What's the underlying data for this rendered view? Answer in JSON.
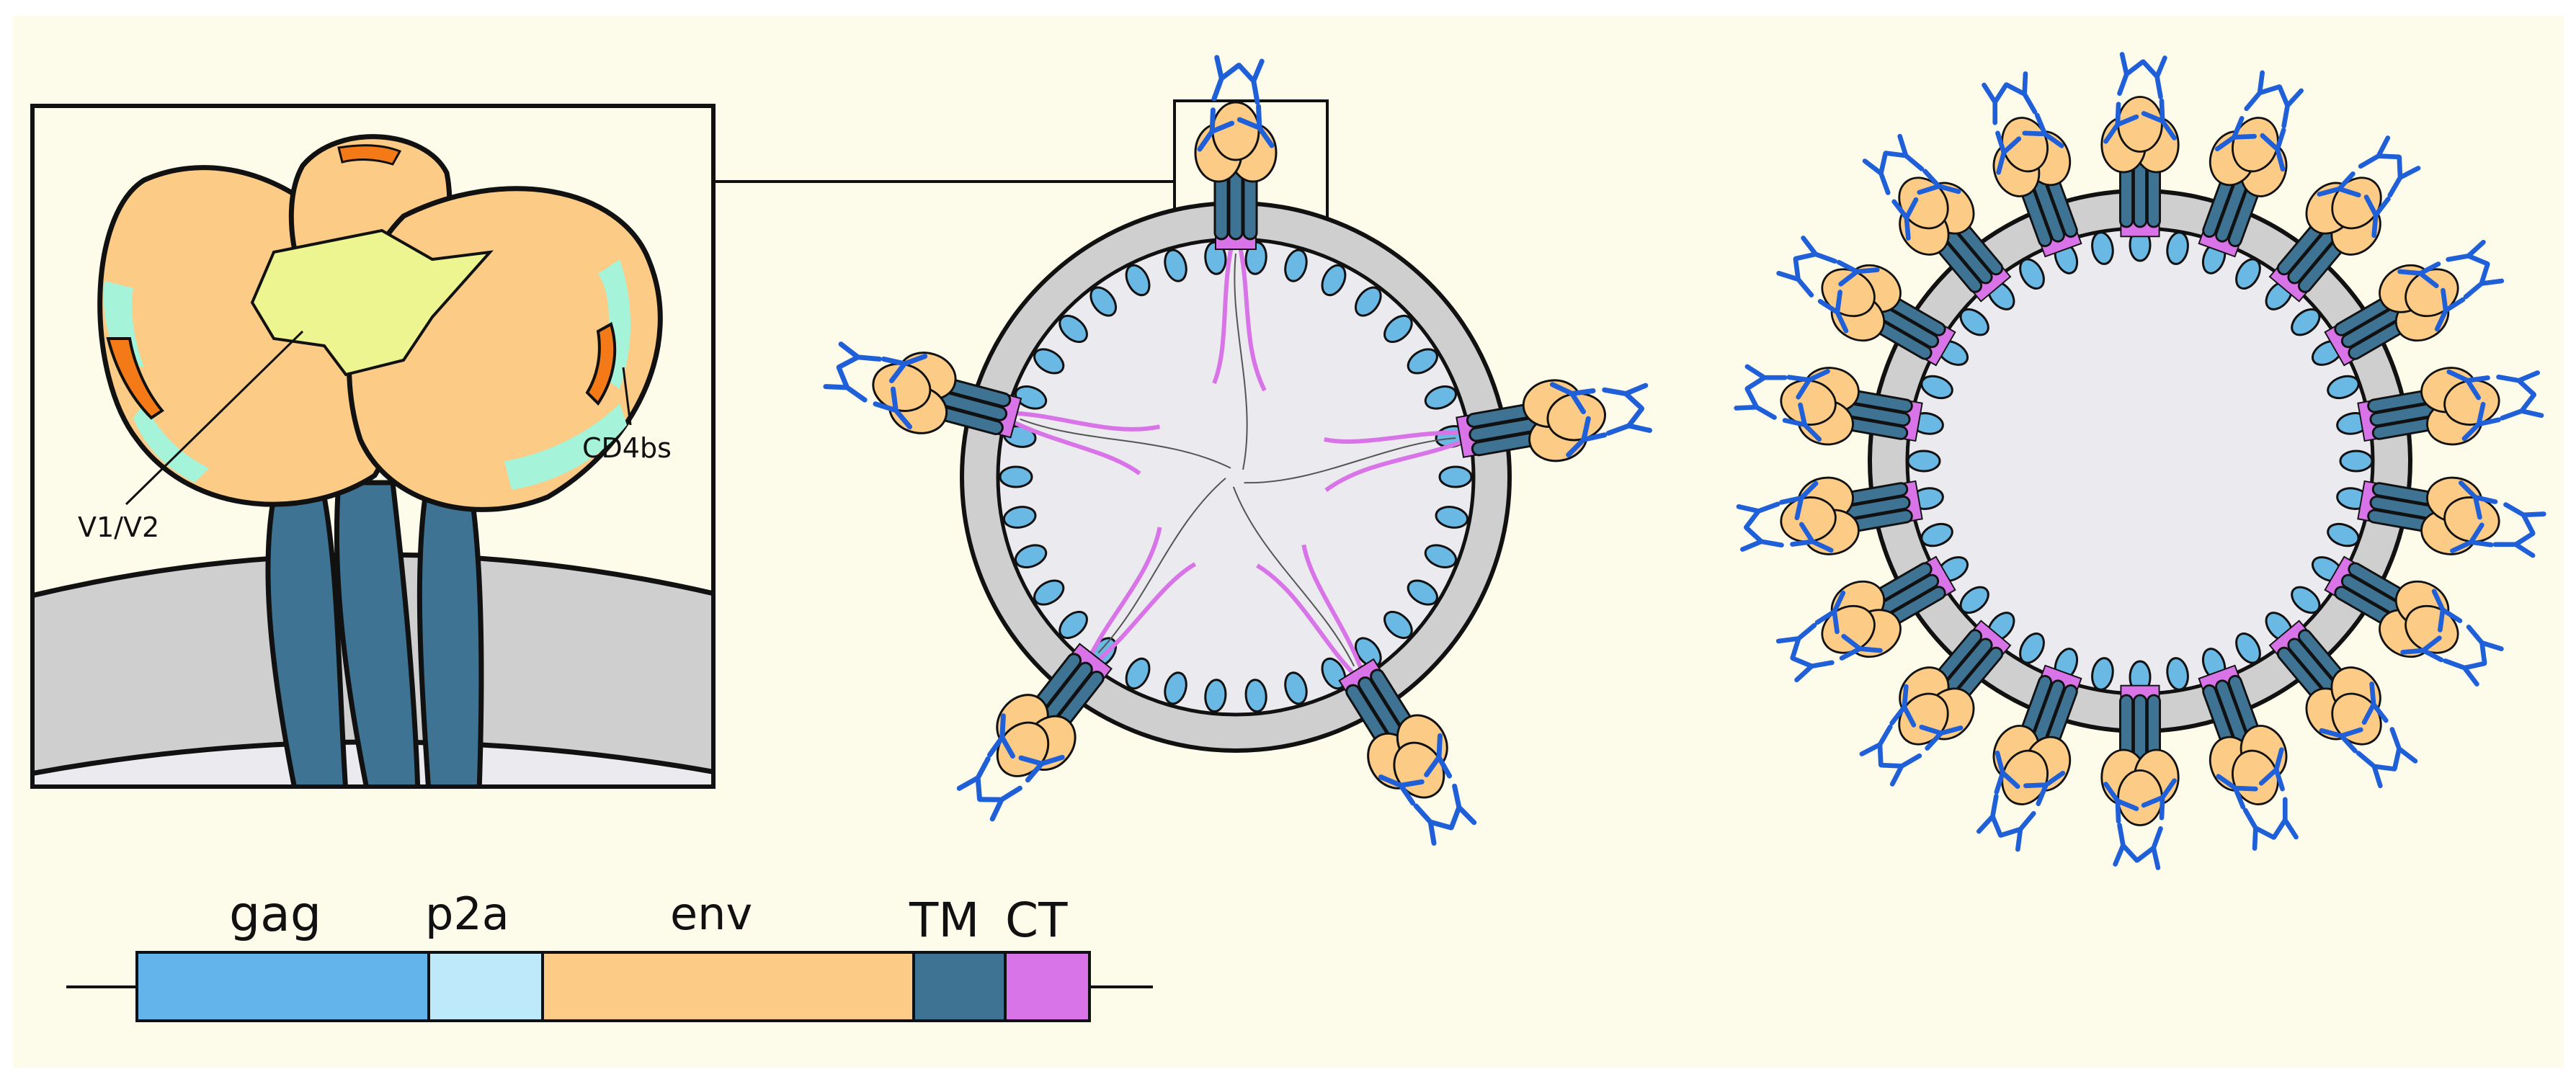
{
  "labels": {
    "v1v2": "V1/V2",
    "cd4bs": "CD4bs",
    "gag": "gag",
    "p2a": "p2a",
    "env": "env",
    "tm": "TM",
    "ct": "CT"
  },
  "colors": {
    "background": "#fdfbea",
    "env_orange": "#fccb86",
    "env_dark_orange": "#f37a17",
    "v1v2_yellow": "#edf590",
    "cd4bs_mint": "#a5f3d8",
    "tm_blue": "#3e7393",
    "ct_magenta": "#d873e8",
    "gag_blue": "#62b4eb",
    "p2a_light_blue": "#bde9fb",
    "antibody_blue": "#1f5fd8",
    "membrane_gray": "#cfcfcf",
    "interior_gray": "#ebebef",
    "matrix_blue": "#6ab8e4"
  },
  "construct_segments": [
    "gag",
    "p2a",
    "env",
    "TM",
    "CT"
  ]
}
